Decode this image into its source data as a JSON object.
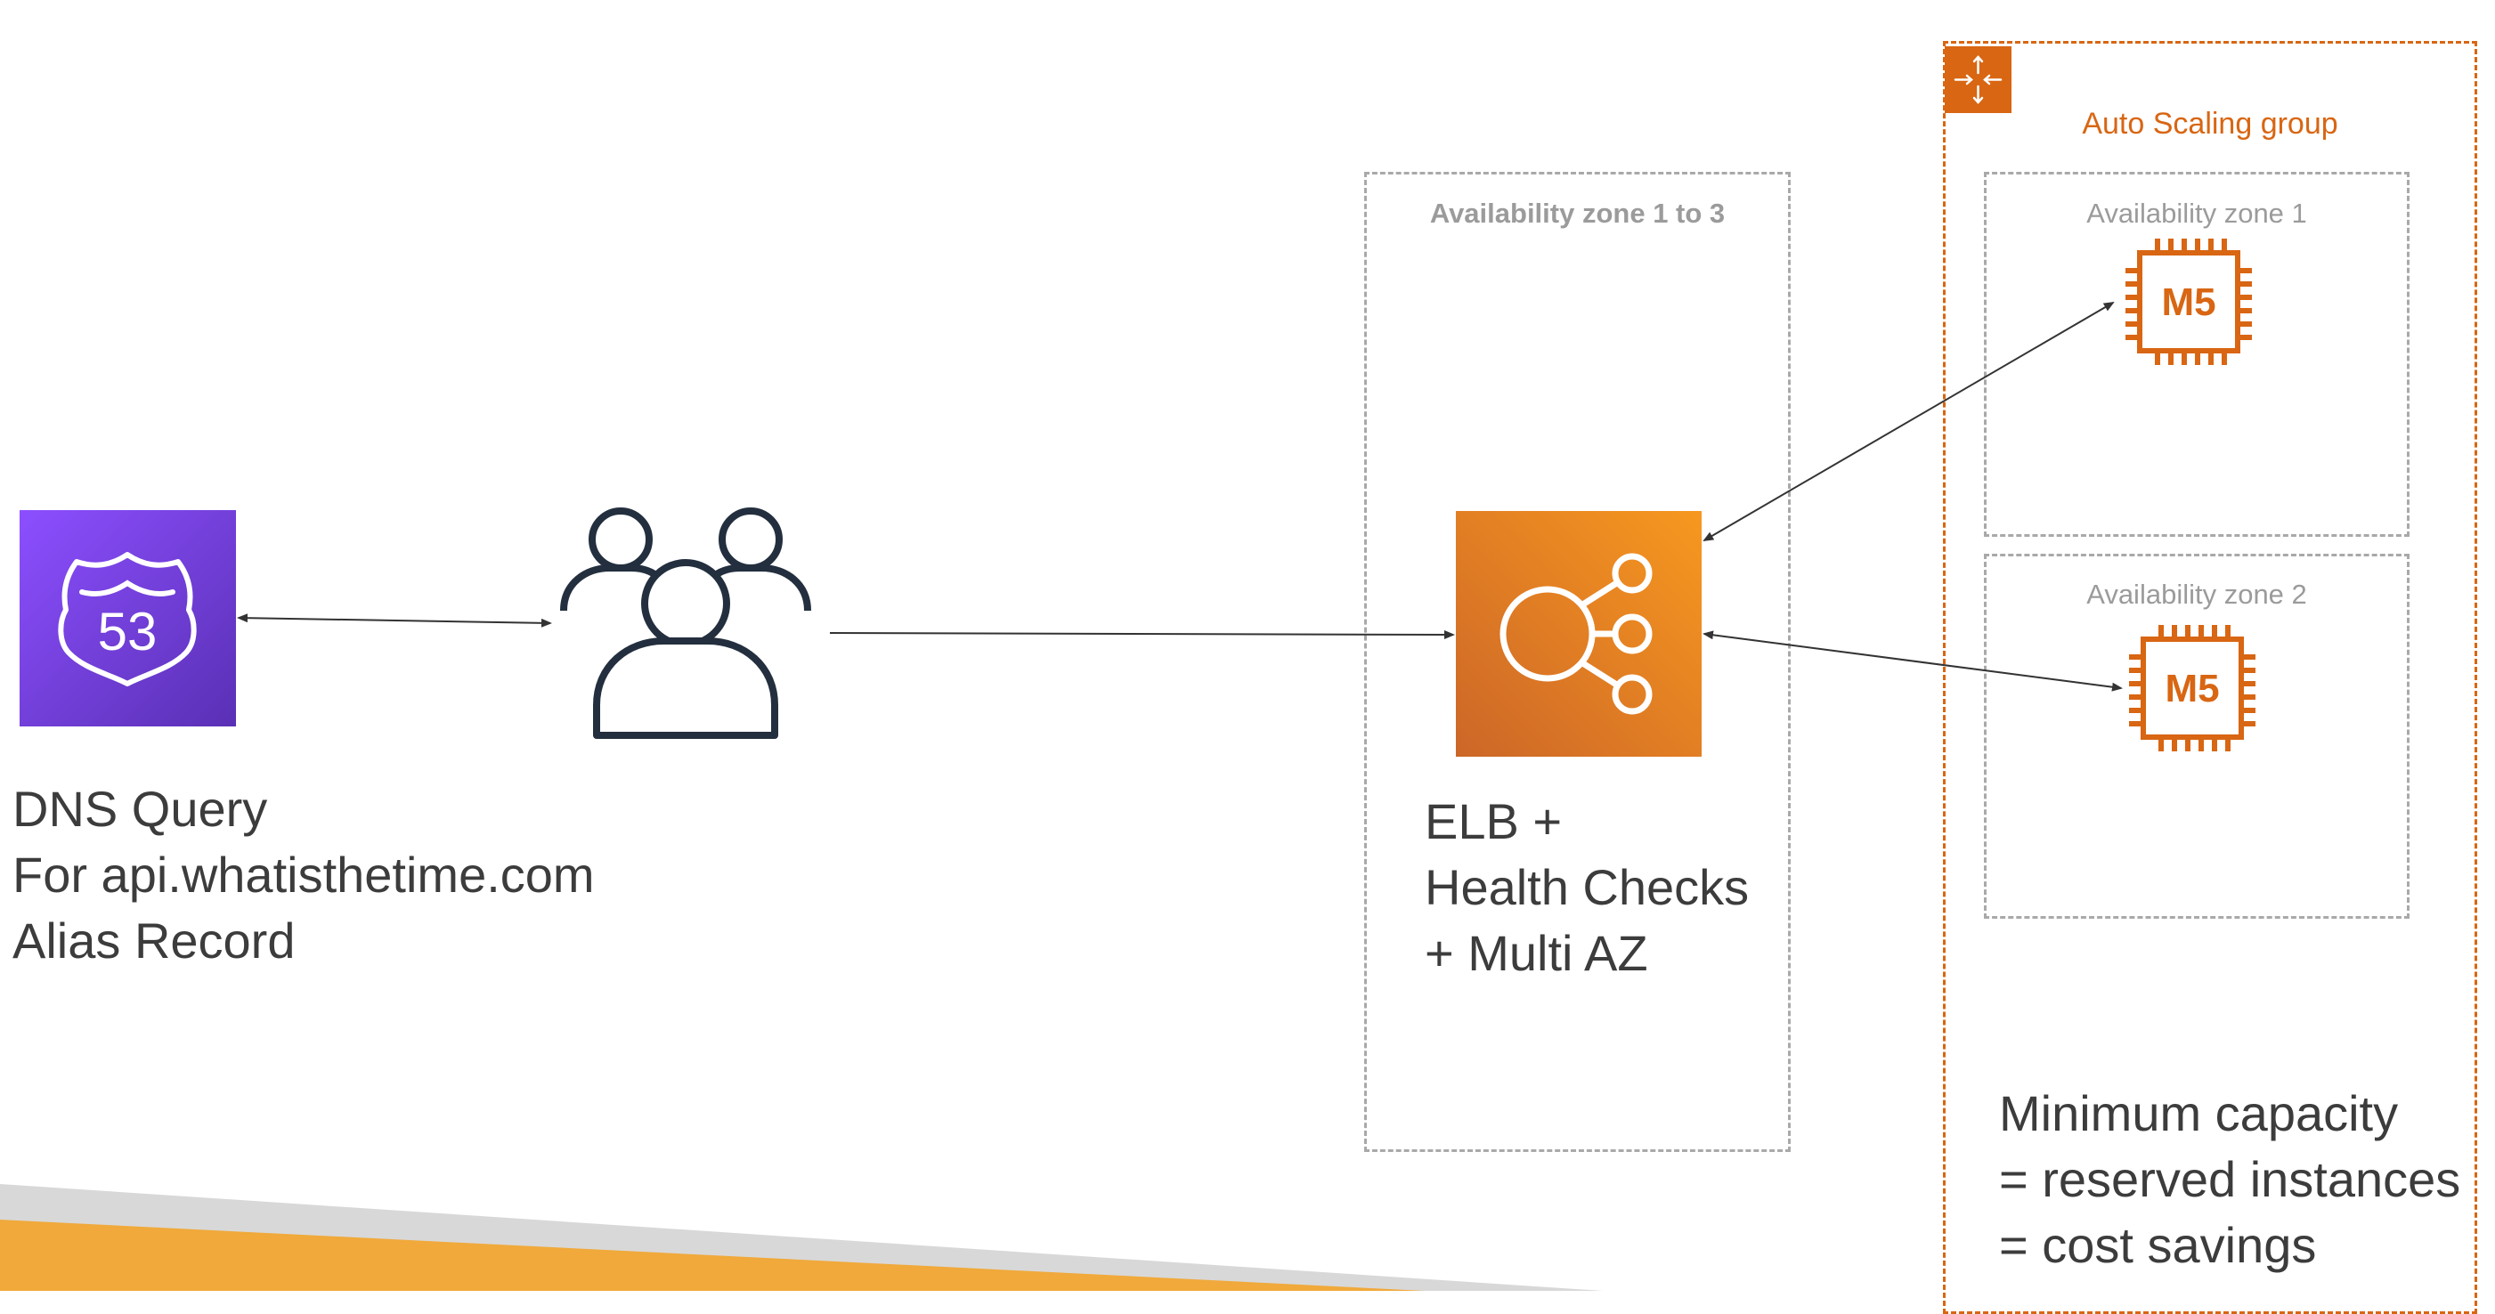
{
  "dns": {
    "lines": [
      "DNS Query",
      "For api.whatisthetime.com",
      "Alias Record"
    ],
    "icon_text": "53",
    "icon": "route53-shield-icon"
  },
  "users": {
    "icon": "users-group-icon"
  },
  "elb": {
    "zone_label": "Availability zone 1 to 3",
    "lines": [
      "ELB +",
      "Health Checks",
      "+ Multi AZ"
    ],
    "icon": "load-balancer-icon"
  },
  "asg": {
    "label": "Auto Scaling group",
    "icon": "auto-scaling-icon",
    "zones": [
      {
        "label": "Availability zone 1",
        "instance": "M5"
      },
      {
        "label": "Availability zone 2",
        "instance": "M5"
      }
    ],
    "notes": [
      "Minimum capacity",
      "= reserved instances",
      "= cost savings"
    ]
  },
  "colors": {
    "route53_top": "#8c4fff",
    "route53_bottom": "#5a30b5",
    "elb_top": "#f7981f",
    "elb_bottom": "#cc6628",
    "asg": "#d86613",
    "zone_border": "#a9a9a9",
    "text": "#3c3c3c",
    "footer_orange": "#f0a93a",
    "footer_gray": "#d8d8d8"
  }
}
